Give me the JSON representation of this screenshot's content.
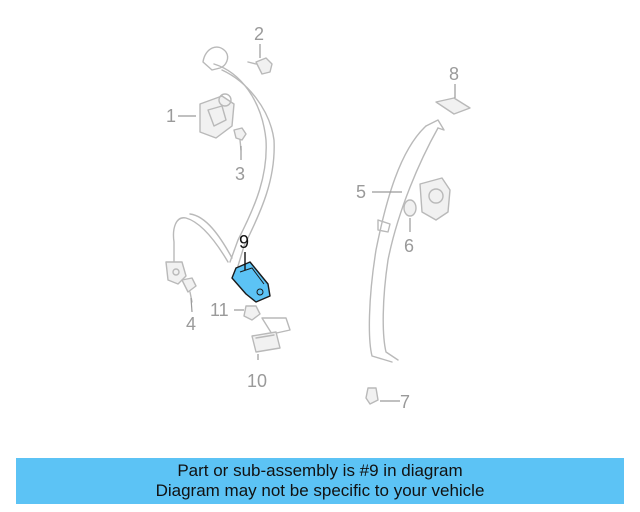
{
  "diagram": {
    "callouts": {
      "c1": "1",
      "c2": "2",
      "c3": "3",
      "c4": "4",
      "c5": "5",
      "c6": "6",
      "c7": "7",
      "c8": "8",
      "c9": "9",
      "c10": "10",
      "c11": "11"
    },
    "highlighted_part": "9",
    "highlight_color": "#5cc3f5"
  },
  "banner": {
    "line1": "Part or sub-assembly is #9 in diagram",
    "line2": "Diagram may not be specific to your vehicle",
    "background": "#5cc3f5"
  }
}
